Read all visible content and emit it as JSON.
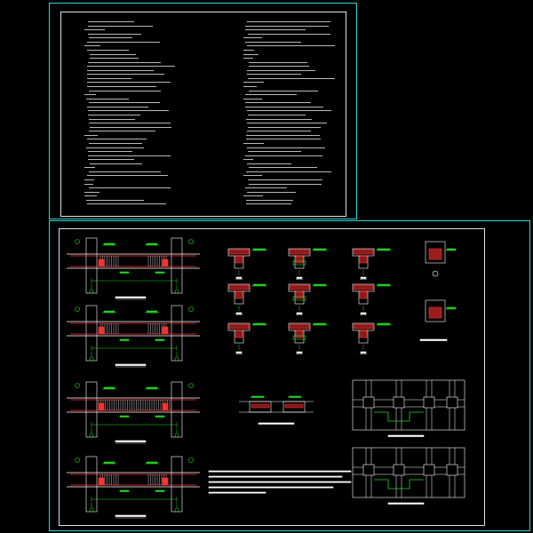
{
  "drawing": {
    "colors": {
      "background": "#000000",
      "border": "#2fd7d7",
      "frame": "#e0e0e0",
      "rebar": "#ff3030",
      "dimension": "#23d723",
      "annotation_text": "#23d723",
      "structure": "#ffffff",
      "hatch": "#ff3030",
      "marker": "#2fd7d7"
    },
    "top_sheet": {
      "note_columns": 2,
      "note_lines_per_column": 46
    },
    "bottom_sheet": {
      "beam_details": 4,
      "section_details": 9,
      "column_details": 2,
      "plan_details": 2
    }
  }
}
